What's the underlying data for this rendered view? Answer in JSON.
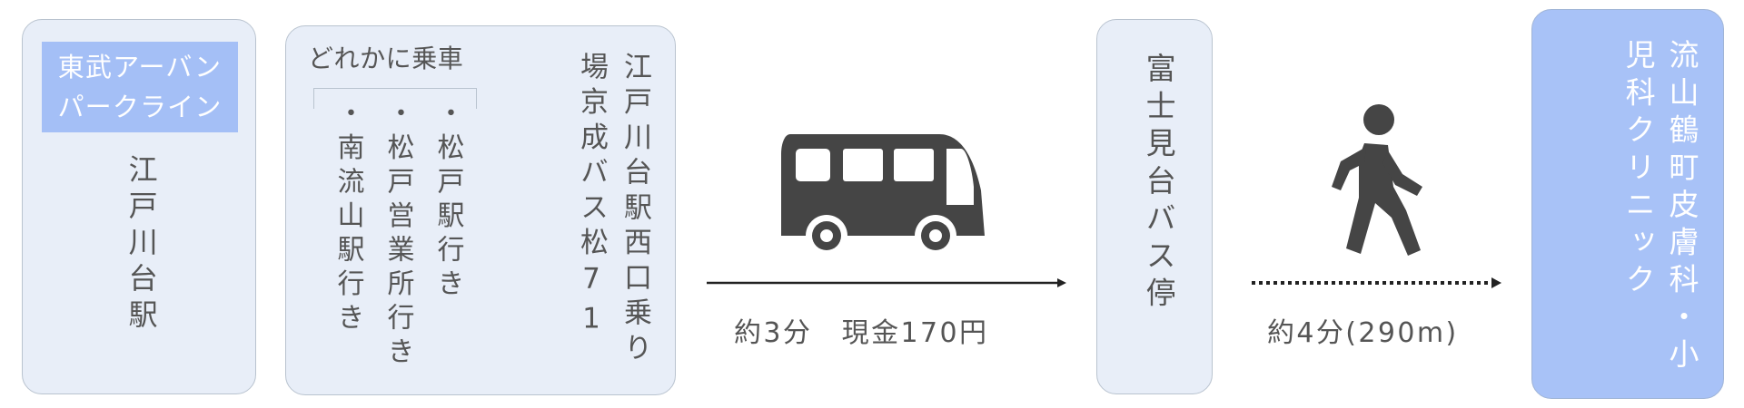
{
  "station": {
    "line_name_1": "東武アーバン",
    "line_name_2": "パークライン",
    "name": "江戸川台駅"
  },
  "bus": {
    "heading": "どれかに乗車",
    "destinations": [
      "・松戸駅行き",
      "・松戸営業所行き",
      "・南流山駅行き"
    ],
    "stop_text": "江戸川台駅西口乗り場京成バス松71"
  },
  "ride": {
    "label": "約3分　現金170円"
  },
  "bus_stop": {
    "name": "富士見台バス停"
  },
  "walk": {
    "label": "約4分(290m)"
  },
  "destination": {
    "name": "流山鶴町皮膚科・小児科クリニック"
  },
  "icons": {
    "bus": "bus-icon",
    "walk": "walking-person-icon"
  },
  "colors": {
    "box_fill": "#e8eef8",
    "accent": "#a4bff6",
    "text": "#555555",
    "icon": "#444444"
  }
}
